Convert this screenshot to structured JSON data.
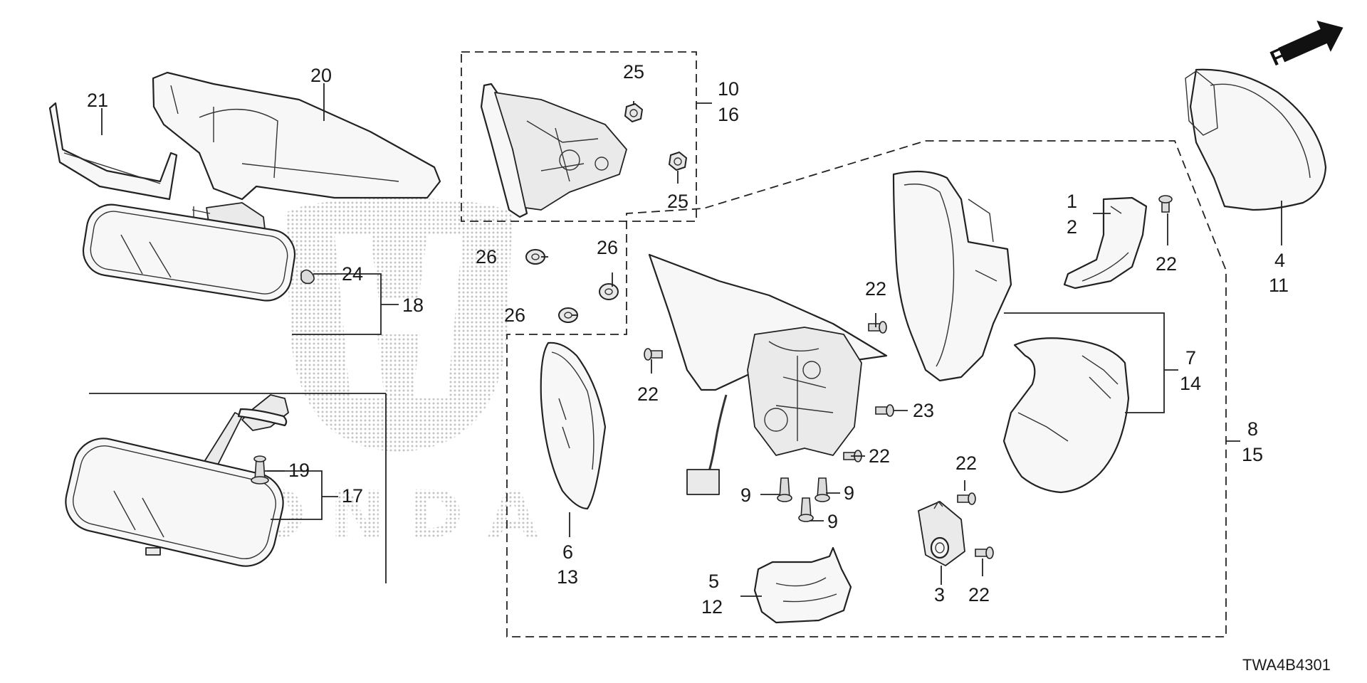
{
  "direction_label": "FR.",
  "diagram_code": "TWA4B4301",
  "watermark": "HONDA",
  "labels": {
    "p1": "1",
    "p2": "2",
    "p3": "3",
    "p4": "4",
    "p5": "5",
    "p6": "6",
    "p7": "7",
    "p8": "8",
    "p9a": "9",
    "p9b": "9",
    "p9c": "9",
    "p10": "10",
    "p11": "11",
    "p12": "12",
    "p13": "13",
    "p14": "14",
    "p15": "15",
    "p16": "16",
    "p17": "17",
    "p18": "18",
    "p19": "19",
    "p20": "20",
    "p21": "21",
    "p22a": "22",
    "p22b": "22",
    "p22c": "22",
    "p22d": "22",
    "p22e": "22",
    "p22f": "22",
    "p23": "23",
    "p24": "24",
    "p25a": "25",
    "p25b": "25",
    "p26a": "26",
    "p26b": "26",
    "p26c": "26"
  },
  "icons": [
    "forward-direction-arrow-icon",
    "honda-logo-watermark"
  ]
}
